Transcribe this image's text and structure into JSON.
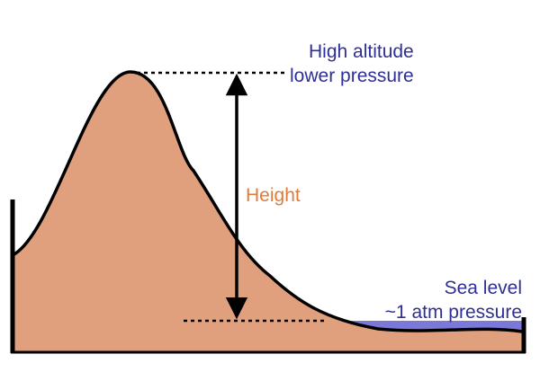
{
  "labels": {
    "high_altitude_line1": "High altitude",
    "high_altitude_line2": "lower pressure",
    "height": "Height",
    "sea_level_line1": "Sea level",
    "sea_level_line2": "~1 atm pressure"
  },
  "colors": {
    "mountain_fill": "#e0a07e",
    "water_fill": "#7b78d8",
    "outline": "#000000",
    "blue_text": "#2e2f97",
    "orange_text": "#e27a3a"
  }
}
